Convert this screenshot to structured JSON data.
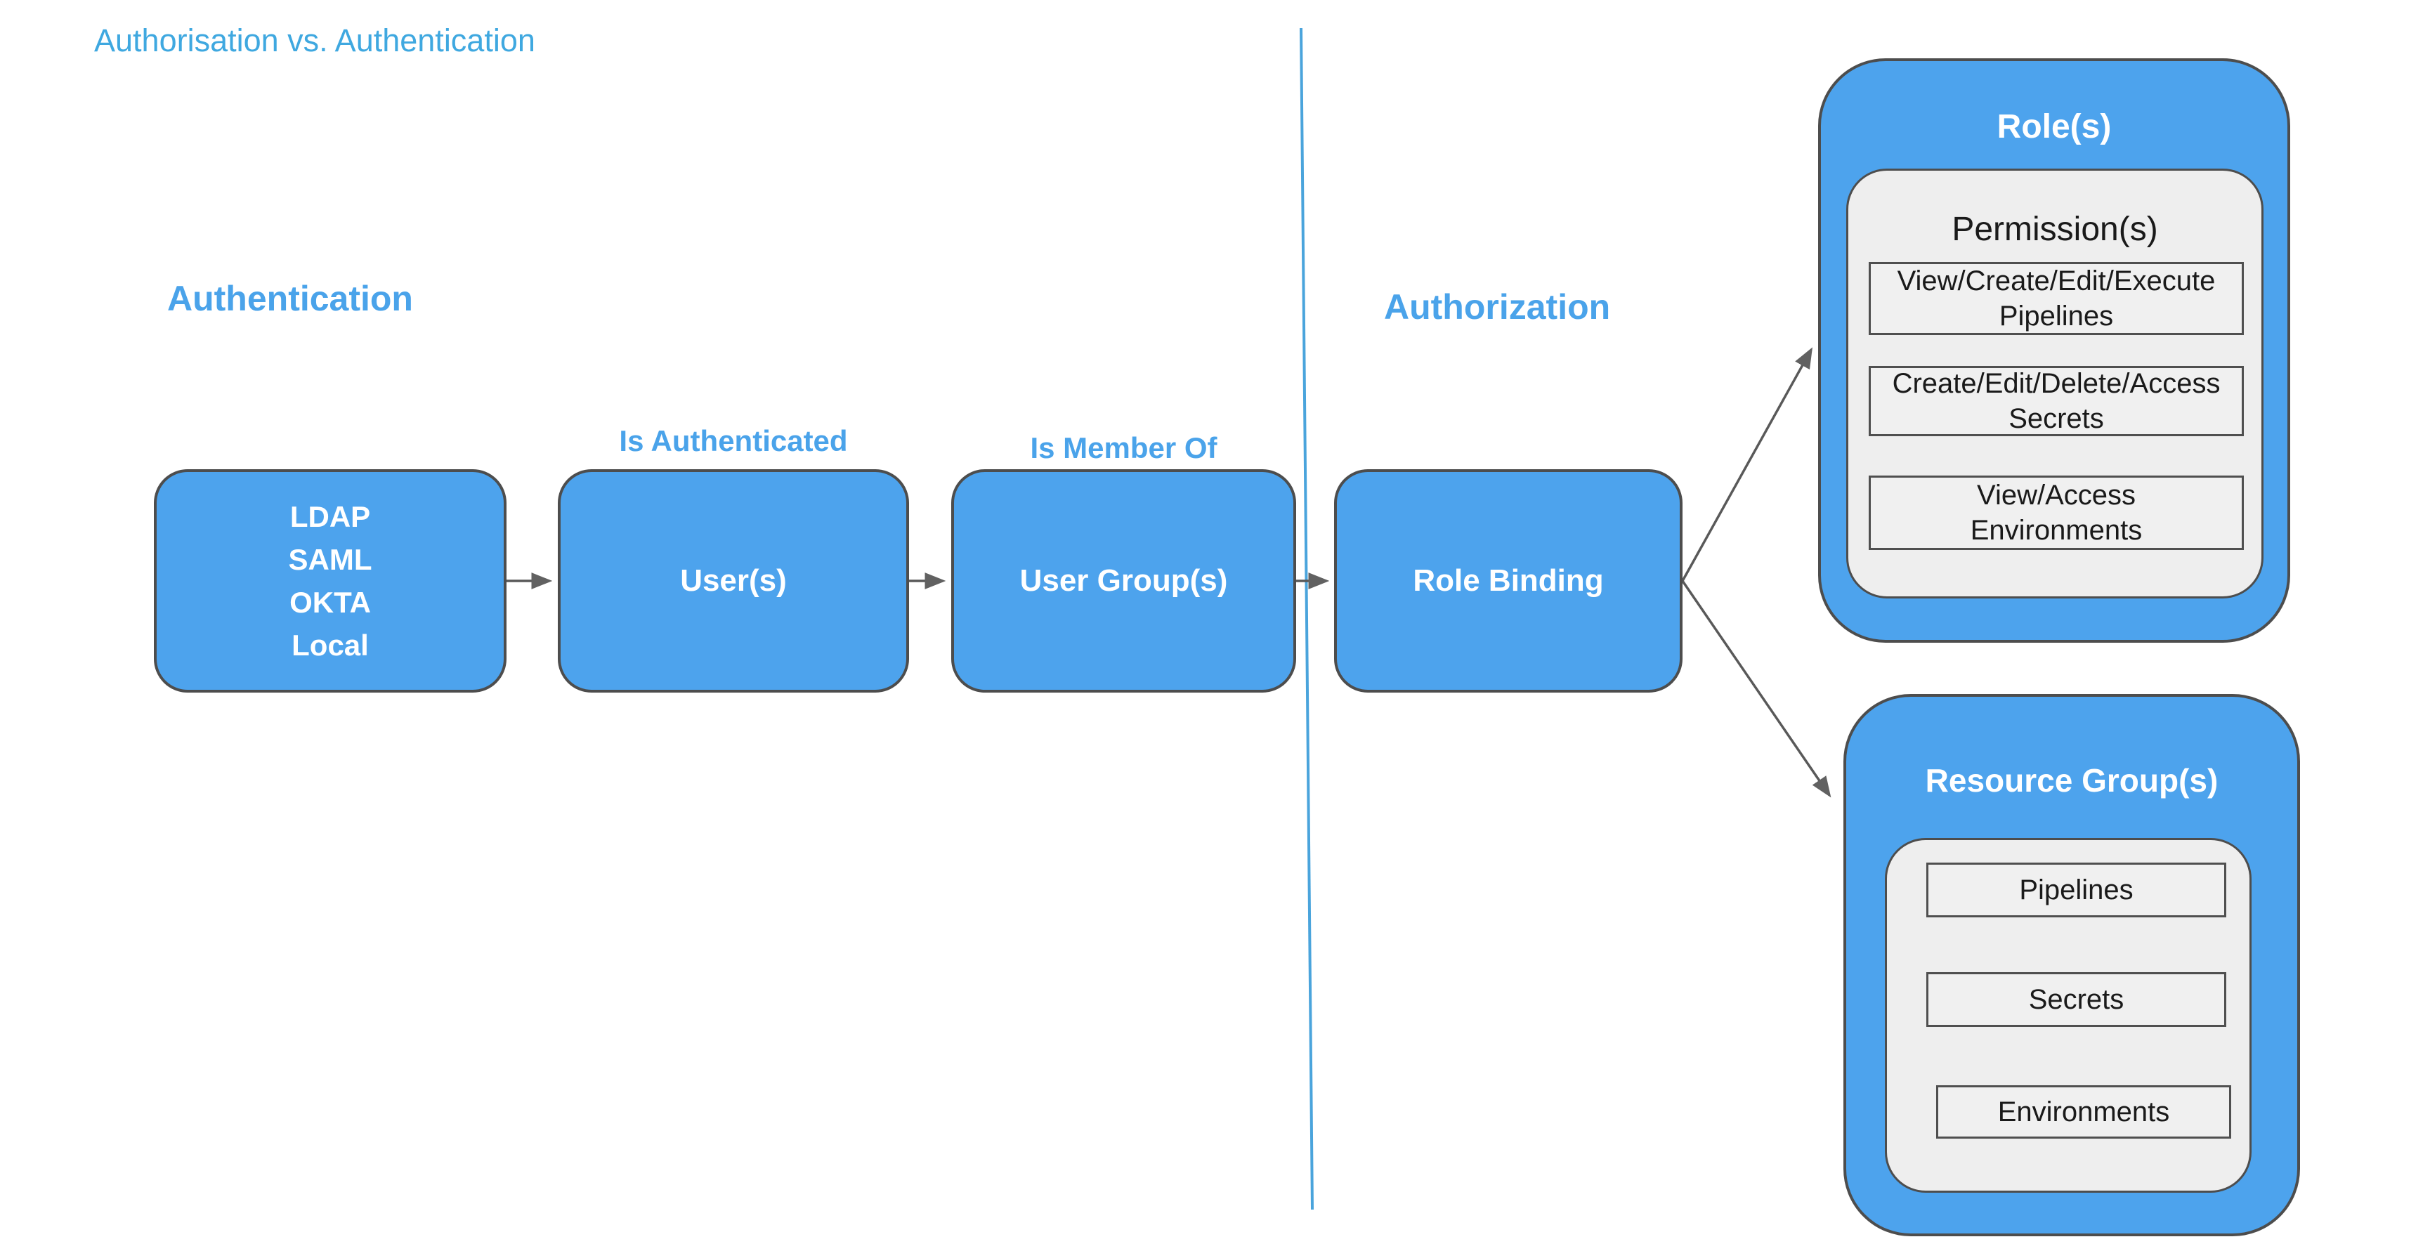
{
  "page": {
    "title": "Authorisation vs. Authentication"
  },
  "headings": {
    "left": "Authentication",
    "right": "Authorization"
  },
  "flow": {
    "identity_providers": {
      "lines": [
        "LDAP",
        "SAML",
        "OKTA",
        "Local"
      ]
    },
    "users": {
      "label": "User(s)",
      "annotation": "Is Authenticated"
    },
    "user_groups": {
      "label": "User Group(s)",
      "annotation": "Is Member Of"
    },
    "role_binding": {
      "label": "Role Binding"
    }
  },
  "roles_container": {
    "title": "Role(s)",
    "permissions": {
      "title": "Permission(s)",
      "items": [
        "View/Create/Edit/Execute\nPipelines",
        "Create/Edit/Delete/Access\nSecrets",
        "View/Access\nEnvironments"
      ]
    }
  },
  "resource_groups_container": {
    "title": "Resource Group(s)",
    "items": [
      "Pipelines",
      "Secrets",
      "Environments"
    ]
  },
  "colors": {
    "shape_blue": "#4da3ed",
    "shape_border_gray": "#4d4d4d",
    "heading_blue": "#4aa3ea",
    "title_blue": "#3fa8e0",
    "divider_blue": "#4aa4dc",
    "inner_gray": "#eeeeee",
    "item_gray": "#f0f0f0",
    "arrow_gray": "#595959",
    "text_dark": "#1a1a1a",
    "text_white": "#ffffff"
  }
}
